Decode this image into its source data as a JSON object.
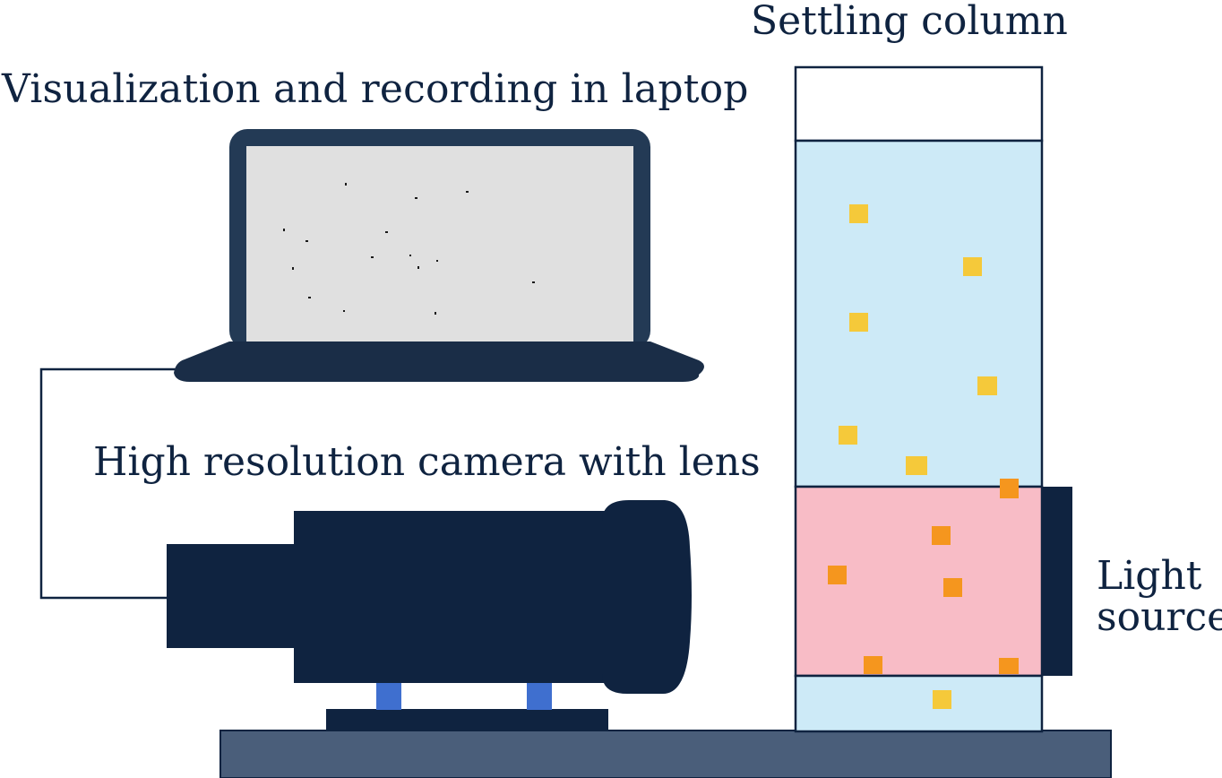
{
  "labels": {
    "laptop": "Visualization and recording in laptop",
    "settling_column": "Settling column",
    "camera": "High resolution camera with lens",
    "light_line1": "Light",
    "light_line2": "source"
  },
  "colors": {
    "text": "#0f2340",
    "dark_navy": "#0f2340",
    "laptop_frame": "#233a55",
    "laptop_base": "#1a2d47",
    "screen": "#e0e0e0",
    "water": "#cdeaf7",
    "illuminated_zone": "#f8bcc6",
    "particle_yellow": "#f5c93a",
    "particle_orange": "#f5961e",
    "camera_feet": "#3f6fcf",
    "table": "#4a5e7a"
  },
  "icons": {
    "laptop": "laptop-icon",
    "camera": "camera-icon",
    "light_source": "light-source-icon",
    "settling_column": "settling-column-icon"
  }
}
